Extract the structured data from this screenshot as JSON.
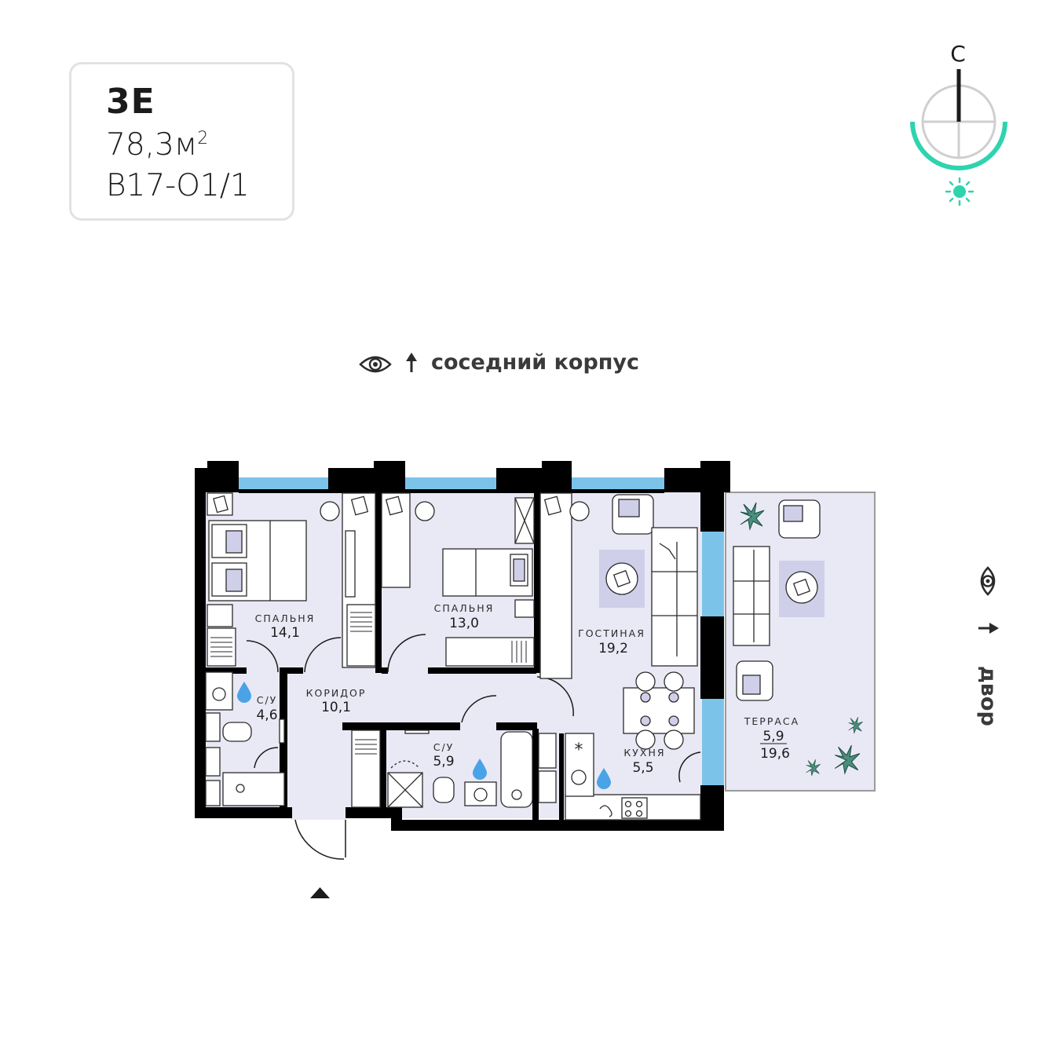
{
  "apartment": {
    "type": "3Е",
    "area_value": "78,3м",
    "area_sup": "2",
    "lot": "В17-О1/1"
  },
  "compass": {
    "north_label": "С",
    "accent_color": "#2fd3b0",
    "icon": "sun-icon"
  },
  "views": {
    "top": {
      "icon": "eye-icon",
      "arrow": "arrow-up-icon",
      "label": "соседний корпус"
    },
    "right": {
      "icon": "eye-icon",
      "arrow": "arrow-right-icon",
      "label": "двор"
    }
  },
  "entrance": {
    "icon": "entrance-triangle-icon"
  },
  "rooms": {
    "bedroom1": {
      "name": "СПАЛЬНЯ",
      "area": "14,1"
    },
    "bedroom2": {
      "name": "СПАЛЬНЯ",
      "area": "13,0"
    },
    "living": {
      "name": "ГОСТИНАЯ",
      "area": "19,2"
    },
    "corridor": {
      "name": "КОРИДОР",
      "area": "10,1"
    },
    "bath1": {
      "name": "С/У",
      "area": "4,6"
    },
    "bath2": {
      "name": "С/У",
      "area": "5,9"
    },
    "kitchen": {
      "name": "КУХНЯ",
      "area": "5,5"
    },
    "terrace": {
      "name": "ТЕРРАСА",
      "area": "5,9",
      "area_full": "19,6"
    }
  },
  "colors": {
    "floor": "#e9e9f5",
    "wall": "#000000",
    "window": "#7cc3ea",
    "rug": "#cfcfea",
    "plant": "#4a8f7d",
    "water": "#4aa3e6"
  }
}
